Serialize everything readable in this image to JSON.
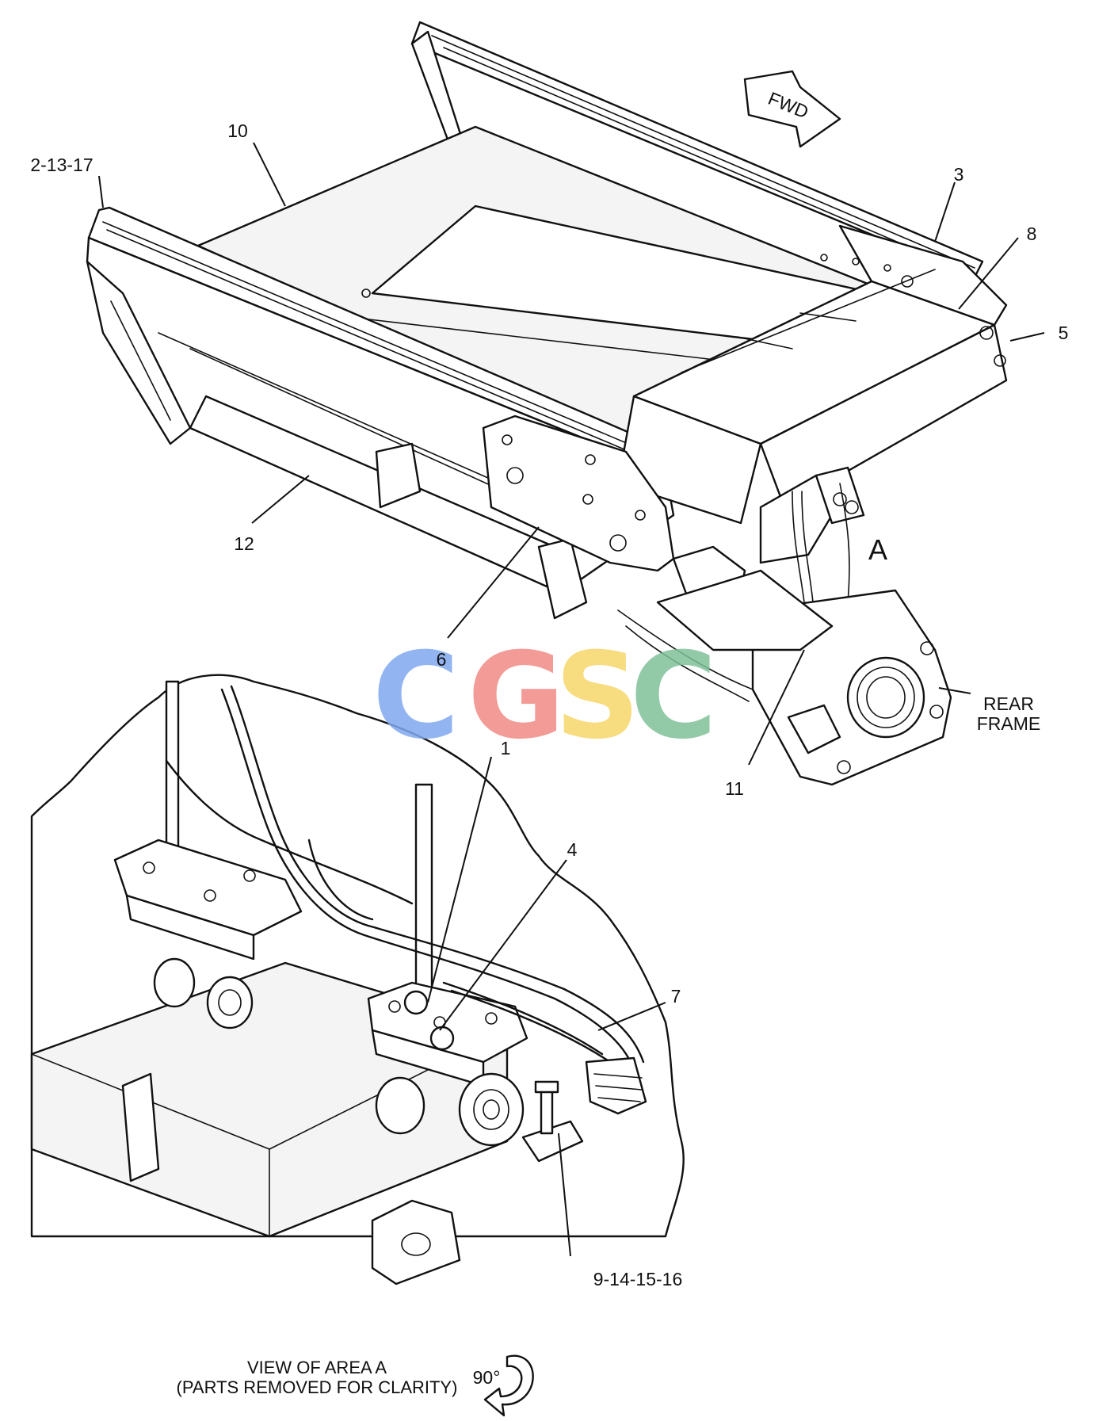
{
  "diagram": {
    "direction_arrow": {
      "label": "FWD"
    },
    "callouts": {
      "c1": "1",
      "c2_13_17": "2-13-17",
      "c3": "3",
      "c4": "4",
      "c5": "5",
      "c6": "6",
      "c7": "7",
      "c8": "8",
      "c9_14_15_16": "9-14-15-16",
      "c10": "10",
      "c11": "11",
      "c12": "12"
    },
    "area_marker": "A",
    "rear_frame_label": {
      "line1": "REAR",
      "line2": "FRAME"
    },
    "view_caption": {
      "line1": "VIEW OF AREA A",
      "line2": "(PARTS REMOVED FOR CLARITY)",
      "rotation": "90°"
    }
  },
  "watermark": {
    "letters": [
      "C",
      "G",
      "S",
      "C"
    ],
    "colors": [
      "#7fa9f0",
      "#f08a86",
      "#f6d66a",
      "#7fc19a"
    ]
  }
}
